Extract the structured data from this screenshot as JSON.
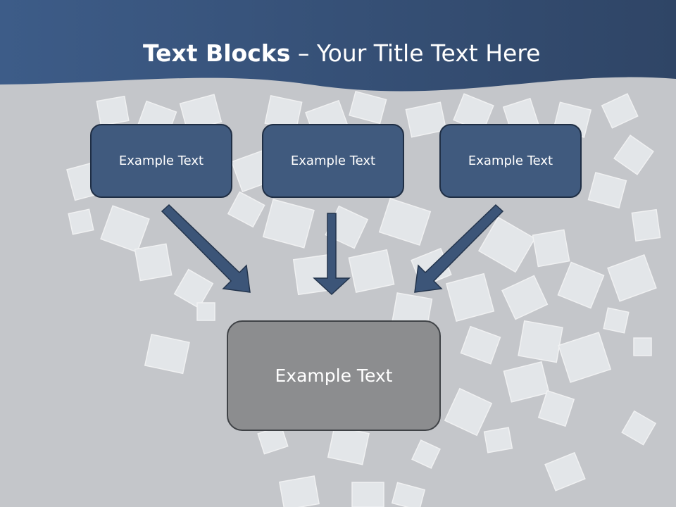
{
  "title": {
    "bold": "Text Blocks",
    "dash": "–",
    "rest": "Your Title Text Here"
  },
  "blocks": {
    "top": [
      "Example Text",
      "Example Text",
      "Example Text"
    ],
    "bottom": "Example Text"
  },
  "colors": {
    "header_band": "#3d5a82",
    "background": "#c4c6ca",
    "top_block_fill": "#405a7e",
    "top_block_border": "#1f2e44",
    "bottom_block_fill": "#8c8d8f",
    "arrow_fill": "#3c5578"
  }
}
